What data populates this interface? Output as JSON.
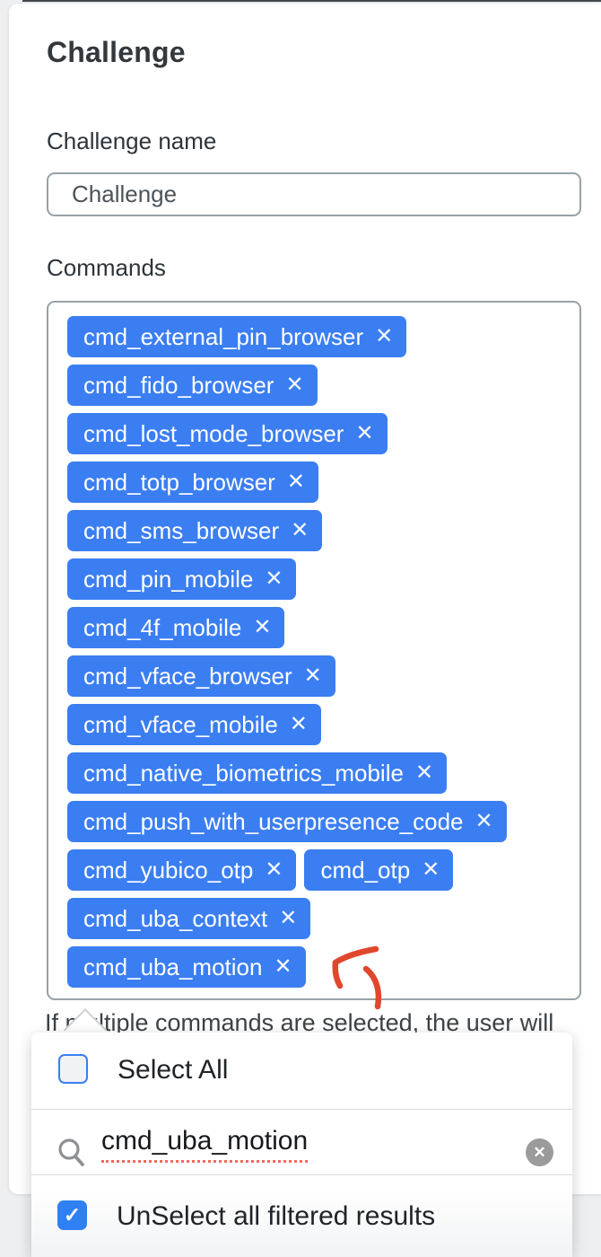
{
  "accent_color": "#3b7ef2",
  "checkbox_color": "#2f80f2",
  "arrow_color": "#e0472c",
  "page": {
    "title": "Challenge"
  },
  "fields": {
    "name_label": "Challenge name",
    "name_value": "Challenge",
    "commands_label": "Commands"
  },
  "commands": {
    "remove_icon": "✕",
    "rows": [
      [
        "cmd_external_pin_browser"
      ],
      [
        "cmd_fido_browser"
      ],
      [
        "cmd_lost_mode_browser"
      ],
      [
        "cmd_totp_browser"
      ],
      [
        "cmd_sms_browser"
      ],
      [
        "cmd_pin_mobile"
      ],
      [
        "cmd_4f_mobile"
      ],
      [
        "cmd_vface_browser"
      ],
      [
        "cmd_vface_mobile"
      ],
      [
        "cmd_native_biometrics_mobile"
      ],
      [
        "cmd_push_with_userpresence_code"
      ],
      [
        "cmd_yubico_otp",
        "cmd_otp"
      ],
      [
        "cmd_uba_context"
      ],
      [
        "cmd_uba_motion"
      ]
    ]
  },
  "helper_text": "If multiple commands are selected, the user will",
  "dropdown": {
    "select_all_label": "Select All",
    "select_all_checked": false,
    "search_value": "cmd_uba_motion",
    "search_icon": "magnifier",
    "clear_icon": "✕",
    "check_glyph": "✓",
    "unselect_label": "UnSelect all filtered results",
    "unselect_checked": true
  }
}
